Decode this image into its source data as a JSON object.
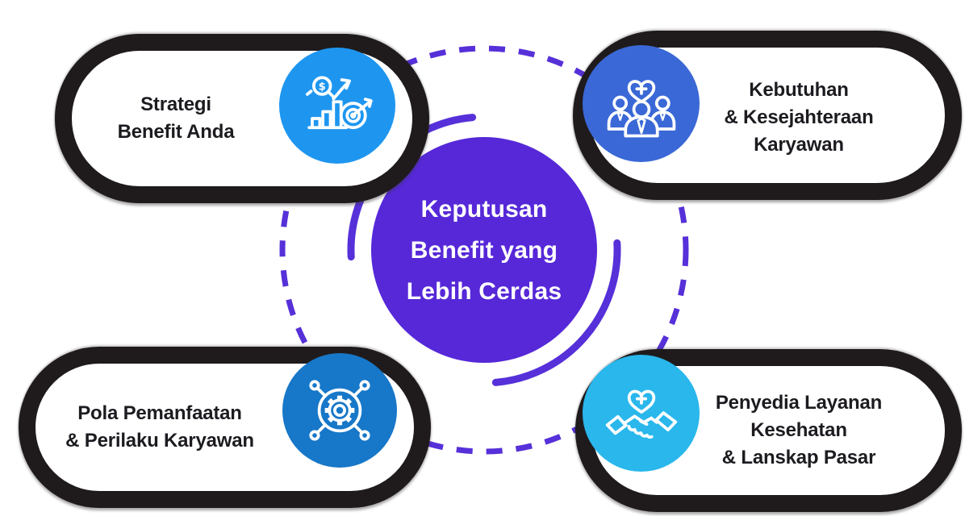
{
  "center": {
    "lines": [
      "Keputusan",
      "Benefit yang",
      "Lebih Cerdas"
    ],
    "bg": "#5628d8",
    "text_color": "#ffffff"
  },
  "ring": {
    "color": "#5630d9"
  },
  "card_style": {
    "border_color": "#1f1b1c",
    "bg": "#ffffff",
    "text_color": "#1d1b20"
  },
  "cards": [
    {
      "position": "top-left",
      "lines": [
        "Strategi",
        "Benefit Anda"
      ],
      "icon": "growth-chart-target-icon",
      "icon_bg": "#1e96f0"
    },
    {
      "position": "top-right",
      "lines": [
        "Kebutuhan",
        "& Kesejahteraan",
        "Karyawan"
      ],
      "icon": "employees-wellbeing-icon",
      "icon_bg": "#3a68d6"
    },
    {
      "position": "bottom-left",
      "lines": [
        "Pola Pemanfaatan",
        "& Perilaku Karyawan"
      ],
      "icon": "gear-network-icon",
      "icon_bg": "#1777c8"
    },
    {
      "position": "bottom-right",
      "lines": [
        "Penyedia Layanan",
        "Kesehatan",
        "& Lanskap Pasar"
      ],
      "icon": "handshake-heart-icon",
      "icon_bg": "#29b7ec"
    }
  ]
}
